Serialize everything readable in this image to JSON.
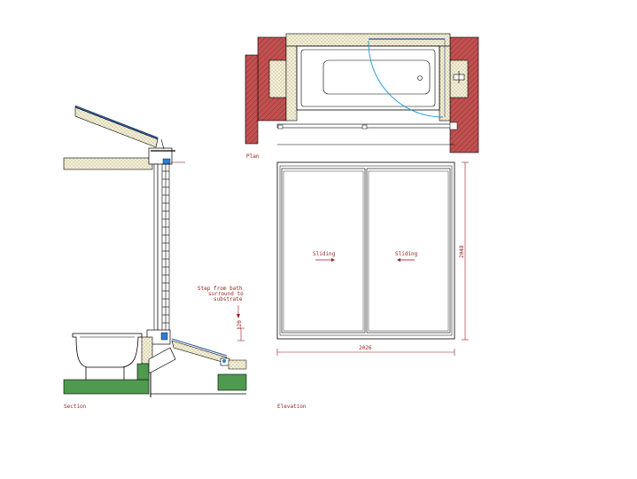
{
  "labels": {
    "plan": "Plan",
    "section": "Section",
    "elevation": "Elevation",
    "sliding_left": "Sliding",
    "sliding_right": "Sliding",
    "step_note_line1": "Step from bath",
    "step_note_line2": "surround to",
    "step_note_line3": "substrate",
    "step_dim": "120",
    "width_dim": "2026",
    "height_dim": "2048"
  },
  "colors": {
    "brick": "#c05050",
    "insulation": "#f4f0d6",
    "grass": "#4f9a4f",
    "detail_blue": "#2a7fd0",
    "door_swing": "#1e96c8",
    "annotation": "#9a1b1b",
    "linework": "#000000"
  }
}
